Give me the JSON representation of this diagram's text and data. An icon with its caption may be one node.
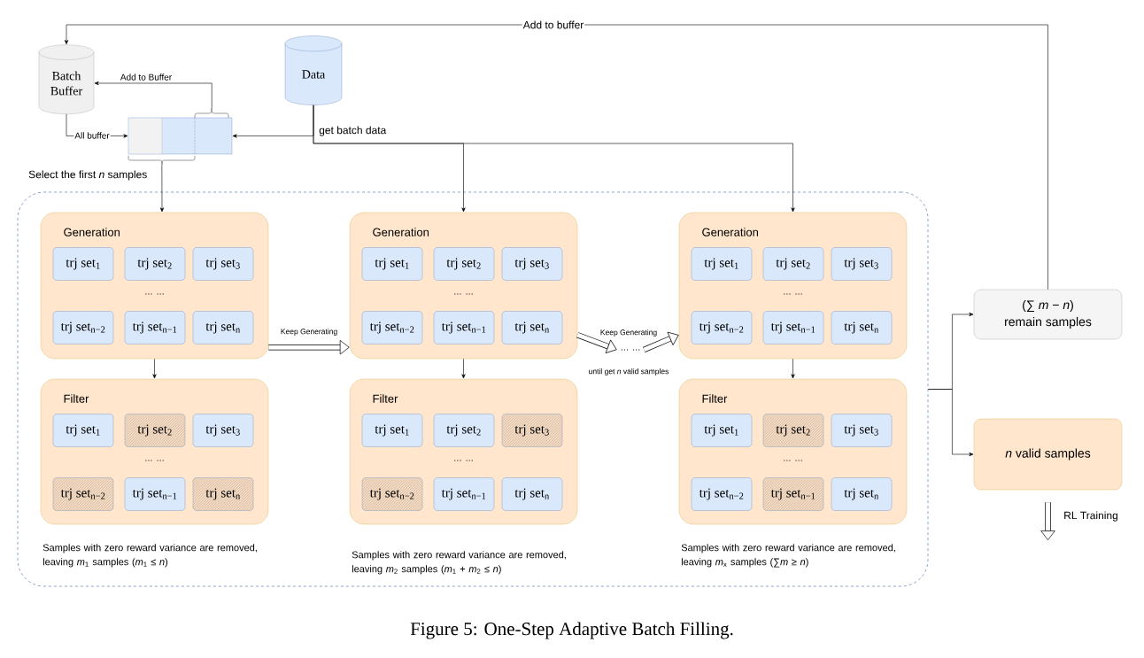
{
  "diagram": {
    "caption": "Figure 5: One-Step Adaptive Batch Filling.",
    "nodes": [
      {
        "text": [
          "Batch Buffer"
        ]
      },
      {
        "text": [
          "Data"
        ]
      },
      {
        "text": [],
        "shape": "box"
      },
      {
        "text": [],
        "shape": "box"
      },
      {
        "text": [
          "Generation",
          "... ..."
        ],
        "in": 3
      },
      {
        "text": [
          "trj set$_{1}$"
        ],
        "in": 4
      },
      {
        "text": [
          "trj set$_{2}$"
        ],
        "in": 4
      },
      {
        "text": [
          "trj set$_{3}$"
        ],
        "in": 4
      },
      {
        "text": [
          "trj set$_{n−2}$"
        ],
        "in": 4
      },
      {
        "text": [
          "trj set$_{n−1}$"
        ],
        "in": 4
      },
      {
        "text": [
          "trj set$_{n}$"
        ],
        "in": 4
      },
      {
        "text": [
          "Filter",
          "... ..."
        ],
        "in": 3,
        "beside": [
          "Samples with zero reward variance are removed, leaving *m*$_{1}$ samples (*m*$_{1}$ ≤ *n*)"
        ]
      },
      {
        "text": [
          "trj set$_{1}$"
        ],
        "in": 11
      },
      {
        "text": [
          "trj set$_{2}$"
        ],
        "in": 11
      },
      {
        "text": [
          "trj set$_{3}$"
        ],
        "in": 11
      },
      {
        "text": [
          "trj set$_{n−2}$"
        ],
        "in": 11
      },
      {
        "text": [
          "trj set$_{n−1}$"
        ],
        "in": 11
      },
      {
        "text": [
          "trj set$_{n}$"
        ],
        "in": 11
      },
      {
        "text": [
          "Generation",
          "... ..."
        ],
        "in": 3
      },
      {
        "text": [
          "trj set$_{1}$"
        ],
        "in": 18
      },
      {
        "text": [
          "trj set$_{2}$"
        ],
        "in": 18
      },
      {
        "text": [
          "trj set$_{3}$"
        ],
        "in": 18
      },
      {
        "text": [
          "trj set$_{n−2}$"
        ],
        "in": 18
      },
      {
        "text": [
          "trj set$_{n−1}$"
        ],
        "in": 18
      },
      {
        "text": [
          "trj set$_{n}$"
        ],
        "in": 18
      },
      {
        "text": [
          "Filter",
          "... ..."
        ],
        "in": 3,
        "beside": [
          "Samples with zero reward variance are removed, leaving *m*$_{2}$ samples (*m*$_{1}$ + *m*$_{2}$ ≤ *n*)"
        ]
      },
      {
        "text": [
          "trj set$_{1}$"
        ],
        "in": 25
      },
      {
        "text": [
          "trj set$_{2}$"
        ],
        "in": 25
      },
      {
        "text": [
          "trj set$_{3}$"
        ],
        "in": 25
      },
      {
        "text": [
          "trj set$_{n−2}$"
        ],
        "in": 25
      },
      {
        "text": [
          "trj set$_{n−1}$"
        ],
        "in": 25
      },
      {
        "text": [
          "trj set$_{n}$"
        ],
        "in": 25
      },
      {
        "text": [
          "... ..."
        ],
        "in": 3,
        "beside": [
          "Keep Generating",
          "until get *n* valid samples"
        ]
      },
      {
        "text": [
          "Generation",
          "... ..."
        ],
        "in": 3
      },
      {
        "text": [
          "trj set$_{1}$"
        ],
        "in": 33
      },
      {
        "text": [
          "trj set$_{2}$"
        ],
        "in": 33
      },
      {
        "text": [
          "trj set$_{3}$"
        ],
        "in": 33
      },
      {
        "text": [
          "trj set$_{n−2}$"
        ],
        "in": 33
      },
      {
        "text": [
          "trj set$_{n−1}$"
        ],
        "in": 33
      },
      {
        "text": [
          "trj set$_{n}$"
        ],
        "in": 33
      },
      {
        "text": [
          "Filter",
          "... ..."
        ],
        "in": 3,
        "beside": [
          "Samples with zero reward variance are removed, leaving *m*$_{x}$ samples (∑*m* ≥ *n*)"
        ]
      },
      {
        "text": [
          "trj set$_{1}$"
        ],
        "in": 40
      },
      {
        "text": [
          "trj set$_{2}$"
        ],
        "in": 40
      },
      {
        "text": [
          "trj set$_{3}$"
        ],
        "in": 40
      },
      {
        "text": [
          "trj set$_{n−2}$"
        ],
        "in": 40
      },
      {
        "text": [
          "trj set$_{n−1}$"
        ],
        "in": 40
      },
      {
        "text": [
          "trj set$_{n}$"
        ],
        "in": 40
      },
      {
        "text": [
          "(∑ *m* − *n*)",
          "remain samples"
        ]
      },
      {
        "text": [
          "*n* valid samples"
        ]
      }
    ],
    "edges": [
      {
        "from": 47,
        "to": 0,
        "arrow": "to",
        "label": "Add to buffer"
      },
      {
        "from": 2,
        "to": 0,
        "arrow": "to",
        "label": "Add to Buffer"
      },
      {
        "from": 0,
        "to": 2,
        "arrow": "to",
        "label": "All buffer"
      },
      {
        "from": 1,
        "to": 2,
        "arrow": "to",
        "label": "get batch data"
      },
      {
        "from": 1,
        "to": 18,
        "arrow": "to"
      },
      {
        "from": 1,
        "to": 33,
        "arrow": "to"
      },
      {
        "from": 2,
        "to": 4,
        "arrow": "to"
      },
      {
        "from": 4,
        "to": 11,
        "arrow": "to"
      },
      {
        "from": 18,
        "to": 25,
        "arrow": "to"
      },
      {
        "from": 33,
        "to": 40,
        "arrow": "to"
      },
      {
        "from": 4,
        "to": 18,
        "arrow": "to",
        "style": "thick",
        "label": "Keep Generating"
      },
      {
        "from": 18,
        "to": 32,
        "arrow": "to",
        "style": "thick"
      },
      {
        "from": 32,
        "to": 33,
        "arrow": "to",
        "style": "thick"
      },
      {
        "from": 3,
        "to": 47,
        "arrow": "to"
      },
      {
        "from": 3,
        "to": 48,
        "arrow": "to"
      },
      {
        "from": 48,
        "to": null,
        "arrow": "to",
        "style": "thick",
        "label": "RL Training"
      }
    ],
    "labels": [
      "Select the first *n* samples"
    ]
  }
}
